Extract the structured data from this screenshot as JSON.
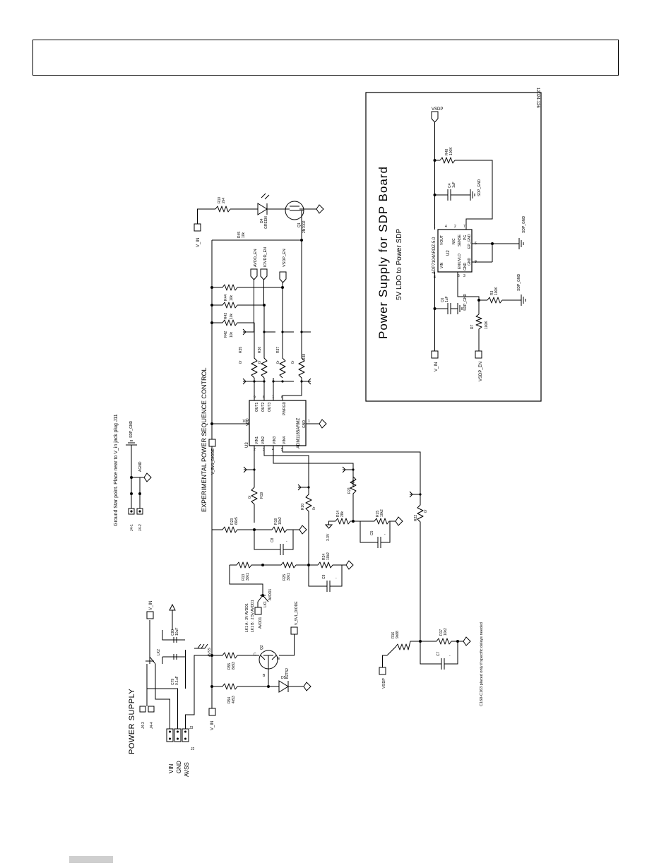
{
  "header": {
    "doc_code": "12024-126"
  },
  "sdp_section": {
    "title": "Power Supply for SDP Board",
    "subtitle": "5V LDO to Power SDP",
    "nets": {
      "vsdp": "VSDP",
      "vin": "V_IN",
      "vsdp_en": "VSDP_EN",
      "sdp_gnd": "SDP_GND"
    },
    "u2": {
      "part": "ADP7104ARDZ-5.0",
      "ref": "U2",
      "pins": [
        "VIN",
        "VOUT",
        "N/C",
        "SENSE",
        "PG",
        "EN/UVLO",
        "GND",
        "EP_GND",
        "GND"
      ],
      "pin_numbers": [
        "8",
        "1",
        "4",
        "2",
        "7",
        "5",
        "3",
        "6",
        "9"
      ]
    },
    "parts": {
      "r48": [
        "R48",
        "100K"
      ],
      "c4": [
        "C4",
        "1uF"
      ],
      "c6": [
        "C6",
        "1uF"
      ],
      "r3": [
        "R3",
        "100K"
      ],
      "r7": [
        "R7",
        "100K"
      ]
    }
  },
  "power_sequence": {
    "title": "EXPERIMENTAL POWER SEQUENCE CONTROL",
    "u3": {
      "part": "ADM1185ARMZ",
      "ref": "U3",
      "pins_left": [
        "VIN1",
        "VIN2",
        "VIN3",
        "VIN4"
      ],
      "pins_right": [
        "OUT1",
        "OUT2",
        "OUT3",
        "PWRGD"
      ],
      "vdd": "VDD",
      "gnd": "GND",
      "pin_numbers": [
        "2",
        "3",
        "4",
        "5",
        "9",
        "8",
        "7",
        "6",
        "10",
        "1"
      ]
    },
    "nets": {
      "avdd_en": "AVDD_EN",
      "iovdd_en": "IOVDD_EN",
      "vsdp_en": "VSDP_EN",
      "v_5v1": "V_5V1_DIODE",
      "v_in": "V_IN",
      "v_in2": "V_IN",
      "v_3v3": "3.3V",
      "avdd1": "AVDD1",
      "avdd1b": "AVDD1",
      "v_5v1b": "V_5V1_DIODE",
      "vsdp": "VSDP"
    },
    "resistors": {
      "r10": [
        "R10",
        "2k4"
      ],
      "r45": [
        "R45",
        "10k"
      ],
      "r44": [
        "R44",
        "10k"
      ],
      "r43": [
        "R43",
        "10k"
      ],
      "r42": [
        "R42",
        "10k"
      ],
      "r35": [
        "R35",
        "0r"
      ],
      "r36": [
        "R36",
        "0r"
      ],
      "r37": [
        "R37",
        "0r"
      ],
      "r38": [
        "R38",
        "0r"
      ],
      "r19": [
        "R19",
        "0r"
      ],
      "r20": [
        "R20",
        "0r"
      ],
      "r21": [
        "R21",
        "0r"
      ],
      "r22": [
        "R22",
        "0r"
      ],
      "r23": [
        "R23",
        "66k5"
      ],
      "r18": [
        "R18",
        "10k2"
      ],
      "r14": [
        "R14",
        "28k"
      ],
      "r15": [
        "R15",
        "10k2"
      ],
      "r24": [
        "R24",
        "10k2"
      ],
      "r13": [
        "R13",
        "30k1"
      ],
      "r25": [
        "R25",
        "30k1"
      ],
      "r16": [
        "R16",
        "9k88"
      ],
      "r17": [
        "R17",
        "10k2"
      ],
      "r55": [
        "R55",
        "8k93"
      ],
      "r54": [
        "R54",
        "4k53"
      ]
    },
    "caps": {
      "c8": [
        "C8",
        "-"
      ],
      "c5": [
        "C5",
        "-"
      ],
      "c9": [
        "C9",
        "-"
      ],
      "c7": [
        "C7",
        "-"
      ]
    },
    "semis": {
      "d4": [
        "D4",
        "GREEN"
      ],
      "q1": [
        "Q1",
        "2N7002"
      ],
      "q2": [
        "Q2"
      ],
      "d5": [
        "D5",
        "BZT52"
      ],
      "q2_c": "C",
      "q2_b": "B",
      "q2_e": "E"
    },
    "lk1": {
      "ref": "LK1",
      "opt_a": "LK1 A : 3V AVDD1",
      "opt_b": "LK1 B : 2.5V AVDD1"
    },
    "note": "C160-C163 placed only if specific delays needed"
  },
  "power_supply": {
    "title": "POWER SUPPLY",
    "labels": [
      "VIN",
      "GND",
      "AVSS"
    ],
    "refs": [
      "J2",
      "J3",
      "J4-3",
      "J4-4",
      "LK2"
    ],
    "c80": [
      "C80",
      "10uF"
    ],
    "c79": [
      "C79",
      "0.1uF"
    ],
    "avss": "AVSS",
    "v_in": "V_IN"
  },
  "ground_star": {
    "note": "Ground Star point. Place near to V_in jack plug J11",
    "refs": [
      "J4-1",
      "J4-2"
    ],
    "agnd": "AGND",
    "sdp_gnd": "SDP_GND"
  }
}
